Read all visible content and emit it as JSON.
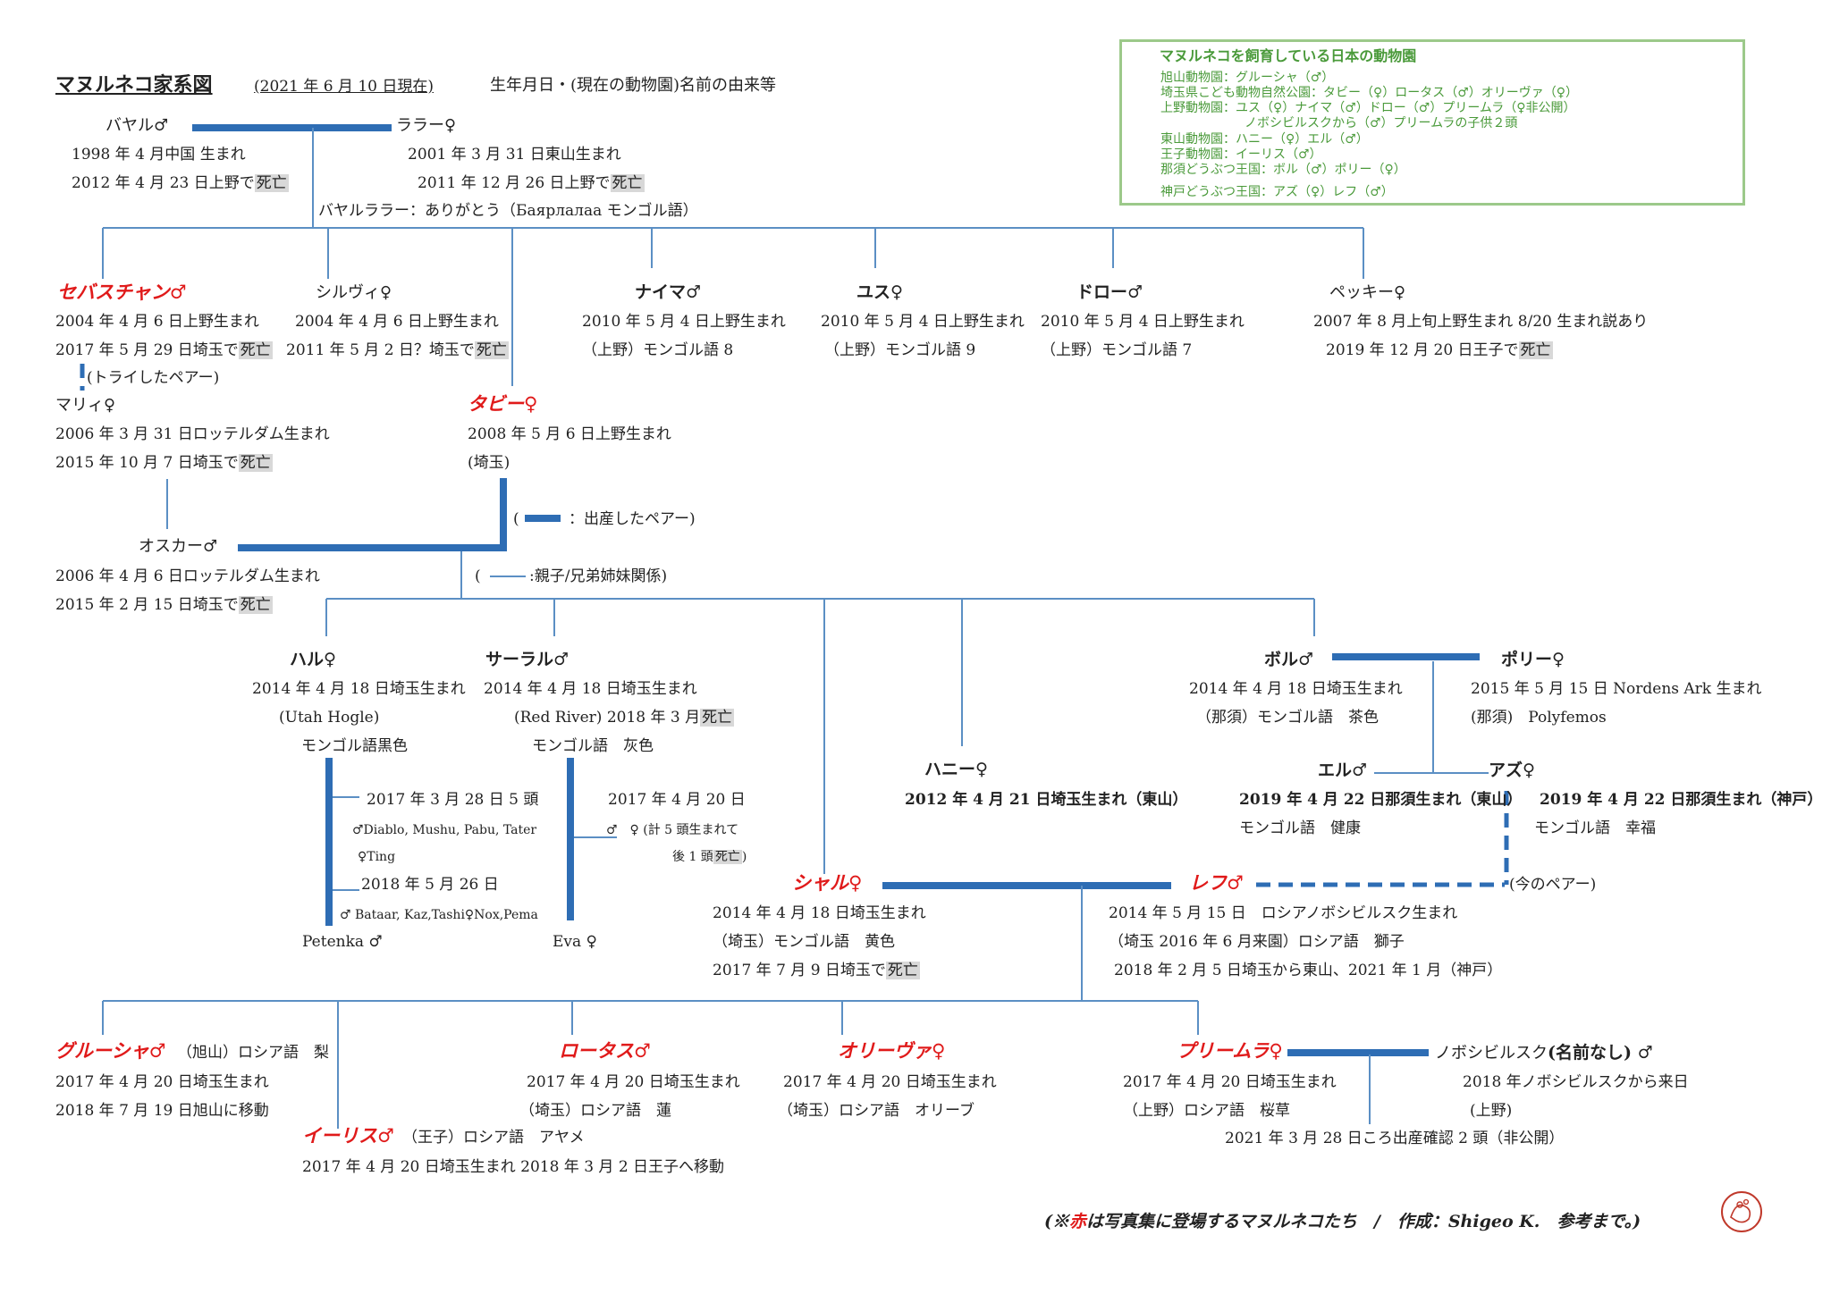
{
  "header": {
    "title": "マヌルネコ家系図",
    "date": "(2021 年 6 月 10 日現在)",
    "subtitle": "生年月日・(現在の動物園)名前の由来等"
  },
  "zoos": {
    "title": "マヌルネコを飼育している日本の動物園",
    "lines": [
      "旭山動物園：グルーシャ（♂）",
      "埼玉県こども動物自然公園：タビー（♀）ロータス（♂）オリーヴァ（♀）",
      "上野動物園：ユス（♀）ナイマ（♂）ドロー（♂）プリームラ（♀非公開）",
      "ノボシビルスクから（♂）プリームラの子供２頭",
      "東山動物園：ハニー（♀）エル（♂）",
      "王子動物園：イーリス（♂）",
      "那須どうぶつ王国：ボル（♂）ポリー（♀）",
      "神戸どうぶつ王国：アズ（♀）レフ（♂）"
    ]
  },
  "g1": {
    "bayar": {
      "name": "バヤル♂",
      "l1": "1998 年 4 月中国 生まれ",
      "l2a": "2012 年 4 月 23 日上野で",
      "dead": "死亡"
    },
    "lala": {
      "name": "ララー♀",
      "l1": "2001 年 3 月 31 日東山生まれ",
      "l2a": "2011 年 12 月 26 日上野で",
      "dead": "死亡"
    },
    "pair_note": "バヤルララー：ありがとう（Баярлалаа モンゴル語）"
  },
  "g2": {
    "sebastian": {
      "name": "セバスチャン♂",
      "l1": "2004 年 4 月 6 日上野生まれ",
      "l2a": "2017 年 5 月 29 日埼玉で",
      "dead": "死亡"
    },
    "silvi": {
      "name": "シルヴィ♀",
      "l1": "2004 年 4 月 6 日上野生まれ",
      "l2a": "2011 年 5 月 2 日？埼玉で",
      "dead": "死亡"
    },
    "naima": {
      "name": "ナイマ♂",
      "l1": "2010 年 5 月 4 日上野生まれ",
      "l2": "（上野）モンゴル語 8"
    },
    "yus": {
      "name": "ユス♀",
      "l1": "2010 年 5 月 4 日上野生まれ",
      "l2": "（上野）モンゴル語 9"
    },
    "dolo": {
      "name": "ドロー♂",
      "l1": "2010 年 5 月 4 日上野生まれ",
      "l2": "（上野）モンゴル語 7"
    },
    "peggy": {
      "name": "ペッキー♀",
      "l1": "2007 年 8 月上旬上野生まれ 8/20 生まれ説あり",
      "l2a": "2019 年 12 月 20 日王子で",
      "dead": "死亡"
    },
    "trial_note": "(トライしたペアー)",
    "marie": {
      "name": "マリィ♀",
      "l1": "2006 年 3 月 31 日ロッテルダム生まれ",
      "l2a": "2015 年 10 月 7 日埼玉で",
      "dead": "死亡"
    },
    "tabby": {
      "name": "タビー♀",
      "l1": "2008 年 5 月 6 日上野生まれ",
      "l2": "(埼玉)"
    },
    "oscar": {
      "name": "オスカー♂",
      "l1": "2006 年 4 月 6 日ロッテルダム生まれ",
      "l2a": "2015 年 2 月 15 日埼玉で",
      "dead": "死亡"
    }
  },
  "legend": {
    "open1": "(",
    "breeding_pair": "：出産したペアー)",
    "open2": "(",
    "kin": ":親子/兄弟姉妹関係)"
  },
  "g3": {
    "hal": {
      "name": "ハル♀",
      "l1": "2014 年 4 月 18 日埼玉生まれ",
      "l2": "(Utah Hogle)",
      "l3": "モンゴル語黒色"
    },
    "saral": {
      "name": "サーラル♂",
      "l1": "2014 年 4 月 18 日埼玉生まれ",
      "l2a": "(Red River) 2018 年 3 月",
      "dead": "死亡",
      "l3": "モンゴル語　灰色"
    },
    "hal_litter": {
      "l1": "2017 年 3 月 28 日 5 頭",
      "l2": "♂Diablo, Mushu, Pabu, Tater",
      "l3": "♀Ting",
      "l4": "2018 年 5 月 26 日",
      "l5": "♂ Bataar, Kaz,Tashi♀Nox,Pema"
    },
    "hal_partner": "Petenka ♂",
    "saral_litter": {
      "l1": "2017 年 4 月 20 日",
      "l2": "♂　♀ (計 5 頭生まれて",
      "l3a": "後 1 頭",
      "dead": "死亡",
      "l3b": ")"
    },
    "saral_partner": "Eva ♀",
    "honey": {
      "name": "ハニー♀",
      "l1": "2012 年 4 月 21 日埼玉生まれ（東山）"
    },
    "bor": {
      "name": "ボル♂",
      "l1": "2014 年 4 月 18 日埼玉生まれ",
      "l2": "（那須）モンゴル語　茶色"
    },
    "polly": {
      "name": "ポリー♀",
      "l1": "2015 年 5 月 15 日 Nordens Ark 生まれ",
      "l2": "(那須)　Polyfemos"
    },
    "el": {
      "name": "エル♂",
      "l1": "2019 年 4 月 22 日那須生まれ（東山）",
      "l2": "モンゴル語　健康"
    },
    "az": {
      "name": "アズ♀",
      "l1": "2019 年 4 月 22 日那須生まれ（神戸）",
      "l2": "モンゴル語　幸福"
    },
    "shal": {
      "name": "シャル♀",
      "l1": "2014 年 4 月 18 日埼玉生まれ",
      "l2": "（埼玉）モンゴル語　黄色",
      "l3a": "2017 年 7 月 9 日埼玉で",
      "dead": "死亡"
    },
    "lev": {
      "name": "レフ♂",
      "l1": "2014 年 5 月 15 日　ロシアノボシビルスク生まれ",
      "l2": "（埼玉 2016 年 6 月来園）ロシア語　獅子",
      "l3": "2018 年 2 月 5 日埼玉から東山、2021 年 1 月（神戸）"
    },
    "current_pair": "(今のペアー)"
  },
  "g4": {
    "grusha": {
      "name": "グルーシャ♂",
      "tag": "（旭山）ロシア語　梨",
      "l1": "2017 年 4 月 20 日埼玉生まれ",
      "l2": "2018 年 7 月 19 日旭山に移動"
    },
    "iris": {
      "name": "イーリス♂",
      "tag": "（王子）ロシア語　アヤメ",
      "l1": "2017 年 4 月 20 日埼玉生まれ 2018 年 3 月 2 日王子へ移動"
    },
    "lotus": {
      "name": "ロータス♂",
      "l1": "2017 年 4 月 20 日埼玉生まれ",
      "l2": "（埼玉）ロシア語　蓮"
    },
    "oliva": {
      "name": "オリーヴァ♀",
      "l1": "2017 年 4 月 20 日埼玉生まれ",
      "l2": "（埼玉）ロシア語　オリーブ"
    },
    "primula": {
      "name": "プリームラ♀",
      "l1": "2017 年 4 月 20 日埼玉生まれ",
      "l2": "（上野）ロシア語　桜草"
    },
    "novo": {
      "name_a": "ノボシビルスク",
      "name_b": "(名前なし) ♂",
      "l1": "2018 年ノボシビルスクから来日",
      "l2": "(上野)"
    },
    "primula_kids": "2021 年 3 月 28 日ころ出産確認 2 頭（非公開）"
  },
  "footer": {
    "a": "(※",
    "red": "赤",
    "b": "は写真集に登場するマヌルネコたち　/　作成：Shigeo K.　参考まで。)"
  },
  "colors": {
    "line": "#5b8fc4",
    "thick": "#2e6db4",
    "red": "#e01a1a",
    "zoo": "#4a9a3a"
  }
}
